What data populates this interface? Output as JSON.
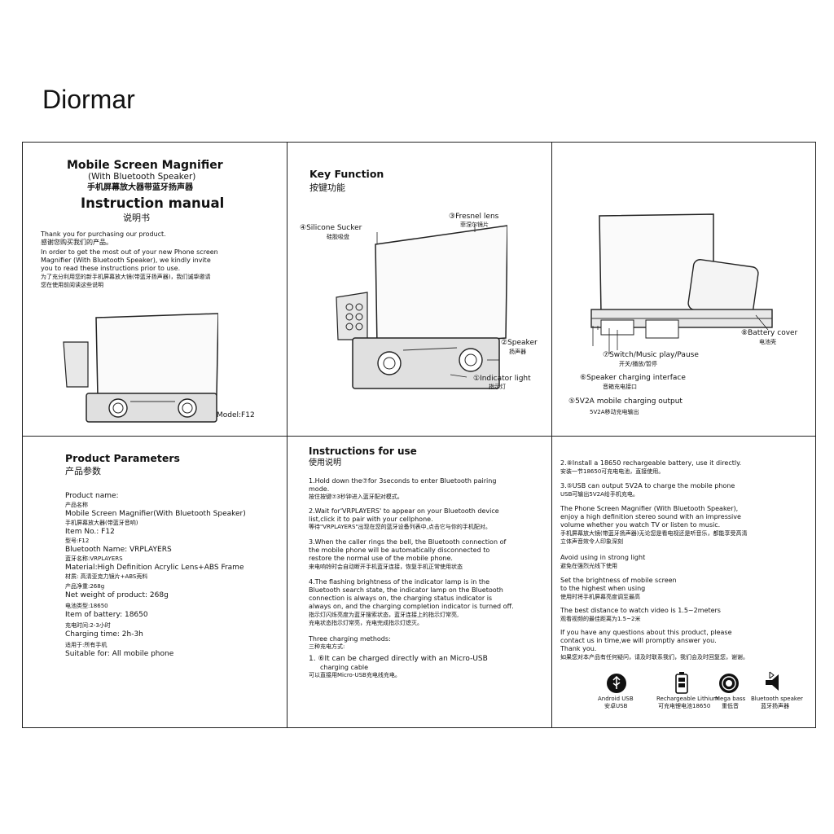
{
  "brand": "Diormar",
  "p1": {
    "title": "Mobile Screen Magnifier",
    "subtitle": "(With Bluetooth Speaker)",
    "cn_title": "手机屏幕放大器带蓝牙扬声器",
    "manual": "Instruction manual",
    "manual_cn": "说明书",
    "l1": "Thank you for purchasing our product.",
    "l2": "感谢您购买我们的产品。",
    "l3": "In order to get the most out of your new Phone screen",
    "l4": "Magnifier (With Bluetooth Speaker), we kindly invite",
    "l5": "you to read these instructions prior to use.",
    "l6": "为了充分利用您的新手机屏幕放大镜(带蓝牙扬声器)，我们诚挚邀请",
    "l7": "您在使用前阅读这些说明",
    "model": "Model:F12"
  },
  "p2": {
    "title": "Key Function",
    "title_cn": "按键功能",
    "fresnel": "③Fresnel lens",
    "fresnel_cn": "菲涅尔镜片",
    "sucker": "④Silicone Sucker",
    "sucker_cn": "硅胶吸盘",
    "speaker": "②Speaker",
    "speaker_cn": "扬声器",
    "indicator": "①Indicator light",
    "indicator_cn": "指示灯"
  },
  "p3": {
    "battery": "⑧Battery cover",
    "battery_cn": "电池壳",
    "switch": "⑦Switch/Music play/Pause",
    "switch_cn": "开关/播放/暂停",
    "charging": "⑥Speaker charging interface",
    "charging_cn": "音箱充电接口",
    "usb_out": "⑤5V2A mobile charging output",
    "usb_out_cn": "5V2A移动充电输出"
  },
  "p4": {
    "title": "Product Parameters",
    "title_cn": "产品参数",
    "lines": [
      "Product name:",
      "产品名称",
      "Mobile Screen Magnifier(With Bluetooth Speaker)",
      "手机屏幕放大器(带蓝牙音响)",
      "Item No.: F12",
      "型号:F12",
      "Bluetooth Name: VRPLAYERS",
      "蓝牙名称:VRPLAYERS",
      "Material:High Definition Acrylic Lens+ABS Frame",
      "材质: 高清亚克力镜片+ABS壳料",
      "产品净重:268g",
      "Net weight of product: 268g",
      "电池类型:18650",
      "Item of battery: 18650",
      "充电时间:2-3小时",
      "Charging time: 2h-3h",
      "适用于:所有手机",
      "Suitable for: All mobile phone"
    ]
  },
  "p5": {
    "title": "Instructions for use",
    "title_cn": "使用说明",
    "s1a": "1.Hold down the⑦for 3seconds to enter Bluetooth pairing",
    "s1b": "mode.",
    "s1c": "按住按键⑦3秒钟进入蓝牙配对模式。",
    "s2a": "2.Wait for'VRPLAYERS' to appear on your Bluetooth device",
    "s2b": "list,click it to pair with your cellphone.",
    "s2c": "等待\"VRPLAYERS\"出现在您的蓝牙设备列表中,点击它与你的手机配对。",
    "s3a": "3.When the caller rings the bell, the Bluetooth connection of",
    "s3b": "the mobile phone will be automatically disconnected to",
    "s3c": "restore the normal use of the mobile phone.",
    "s3d": "来电响铃时会自动断开手机蓝牙连接，恢复手机正常使用状态",
    "s4a": "4.The flashing brightness of the indicator lamp is in the",
    "s4b": "Bluetooth search state, the indicator lamp on the Bluetooth",
    "s4c": "connection is always on, the charging status indicator is",
    "s4d": "always on, and the charging completion indicator is turned off.",
    "s4e": "指示灯闪烁亮度为蓝牙搜索状态，蓝牙连接上的指示灯常亮,",
    "s4f": "充电状态指示灯常亮，充电完成指示灯熄灭。",
    "three": "Three charging methods:",
    "three_cn": "三种充电方式:",
    "c1a": "1. ⑥It can be charged directly with an Micro-USB",
    "c1b": "charging cable",
    "c1c": "可以直接用Micro-USB充电线充电。"
  },
  "p6": {
    "c2a": "2.⑧Install a 18650 rechargeable battery, use it directly.",
    "c2b": "安装一节18650可充电电池，直接使用。",
    "c3a": "3.⑤USB can output 5V2A to charge the mobile phone",
    "c3b": "USB可输出5V2A给手机充电。",
    "d1": "The Phone Screen Magnifier (With Bluetooth Speaker),",
    "d2": "enjoy a high definition stereo sound with an impressive",
    "d3": "volume whether you watch TV or listen to music.",
    "d4": "手机屏幕放大镜(带蓝牙扬声器)无论您是看电视还是听音乐，都能享受高清",
    "d5": "立体声音效令人印象深刻",
    "e1": "Avoid using in strong light",
    "e2": "避免在强烈光线下使用",
    "f1": "Set the brightness of mobile screen",
    "f2": "to the highest when using",
    "f3": "使用时将手机屏幕亮度调至最高",
    "g1": "The best distance to watch video is 1.5~2meters",
    "g2": "观看视频的最佳距离为1.5~2米",
    "h1": "If you have any questions about this product, please",
    "h2": "contact us in time,we will promptly answer you.",
    "h3": "Thank you.",
    "h4": "如果您对本产品有任何疑问，请及时联系我们，我们会及时回复您，谢谢。",
    "icons": [
      {
        "label": "Android USB",
        "label2": "安卓USB"
      },
      {
        "label": "Rechargeable Lithium",
        "label2": "可充电锂电池18650"
      },
      {
        "label": "Mega bass",
        "label2": "重低音"
      },
      {
        "label": "Bluetooth speaker",
        "label2": "蓝牙扬声器"
      }
    ]
  }
}
